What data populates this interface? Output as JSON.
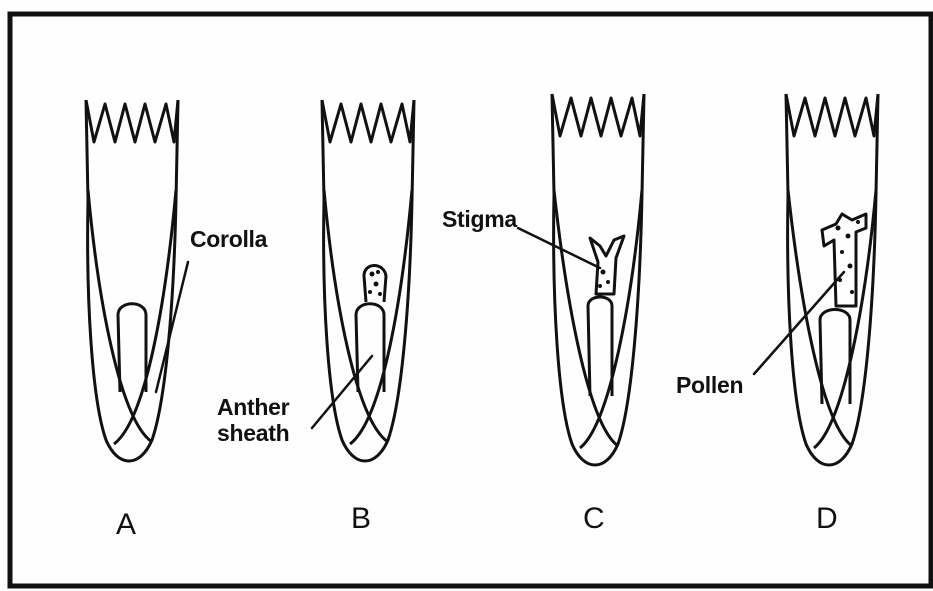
{
  "panels": [
    {
      "letter": "A"
    },
    {
      "letter": "B"
    },
    {
      "letter": "C"
    },
    {
      "letter": "D"
    }
  ],
  "callouts": {
    "corolla": "Corolla",
    "anther_line1": "Anther",
    "anther_line2": "sheath",
    "stigma": "Stigma",
    "pollen": "Pollen"
  },
  "colors": {
    "ink": "#111111",
    "paper": "#fefefe"
  }
}
